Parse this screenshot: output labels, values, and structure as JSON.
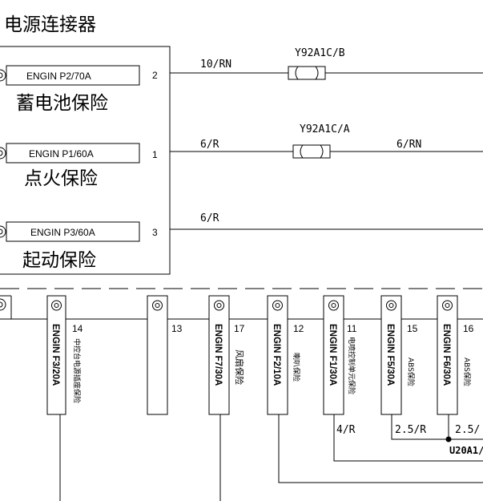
{
  "title": "电源连接器",
  "upper_fuses": [
    {
      "label": "ENGIN P2/70A",
      "name_cn": "蓄电池保险",
      "pin": "2",
      "wire_left": "10/RN",
      "connector": "Y92A1C/B",
      "wire_right": ""
    },
    {
      "label": "ENGIN P1/60A",
      "name_cn": "点火保险",
      "pin": "1",
      "wire_left": "6/R",
      "connector": "Y92A1C/A",
      "wire_right": "6/RN"
    },
    {
      "label": "ENGIN P3/60A",
      "name_cn": "起动保险",
      "pin": "3",
      "wire_left": "6/R",
      "connector": "",
      "wire_right": ""
    }
  ],
  "lower_fuses": [
    {
      "label": "ENGIN F3/20A",
      "pin": "14",
      "desc_cn": "中控台电源插座保险"
    },
    {
      "label": "",
      "pin": "13",
      "desc_cn": ""
    },
    {
      "label": "ENGIN F7/30A",
      "pin": "17",
      "desc_cn": "风扇保险"
    },
    {
      "label": "ENGIN F2/10A",
      "pin": "12",
      "desc_cn": "喇叭保险"
    },
    {
      "label": "ENGIN F1/30A",
      "pin": "11",
      "desc_cn": "电喷控制单元保险"
    },
    {
      "label": "ENGIN F5/30A",
      "pin": "15",
      "desc_cn": "ABS保险"
    },
    {
      "label": "ENGIN F6/30A",
      "pin": "16",
      "desc_cn": "ABS保险"
    }
  ],
  "bottom_wires": {
    "w1": "4/R",
    "w2": "2.5/R",
    "w3": "2.5/",
    "node": "U20A1/"
  }
}
